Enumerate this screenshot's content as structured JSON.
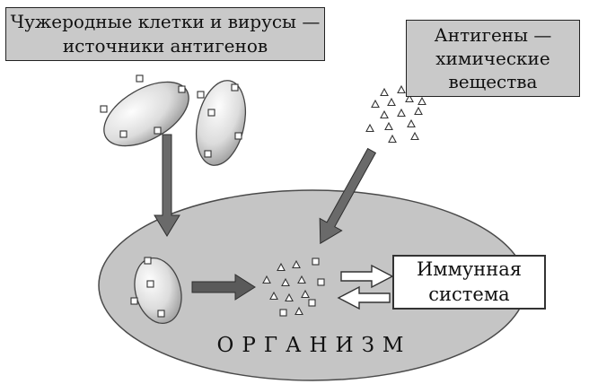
{
  "boxes": {
    "foreign_cells": {
      "line1": "Чужеродные клетки и вирусы —",
      "line2": "источники антигенов"
    },
    "antigens": {
      "line1": "Антигены —",
      "line2": "химические",
      "line3": "вещества"
    },
    "immune_system": {
      "line1": "Иммунная",
      "line2": "система"
    }
  },
  "organism": {
    "label": "ОРГАНИЗМ"
  },
  "icons": {
    "antigen_square": "small white square marker (antigen on cell surface)",
    "antigen_triangle": "small white triangle marker (chemical antigen)",
    "dark_arrow": "filled gray arrow",
    "outline_arrow": "white outlined arrow"
  },
  "colors": {
    "box_fill": "#c9c9c9",
    "organism_fill": "#c5c5c5",
    "border": "#333333",
    "arrow_dark": "#6a6a6a",
    "arrow_outline_fill": "#ffffff",
    "text": "#111111"
  }
}
